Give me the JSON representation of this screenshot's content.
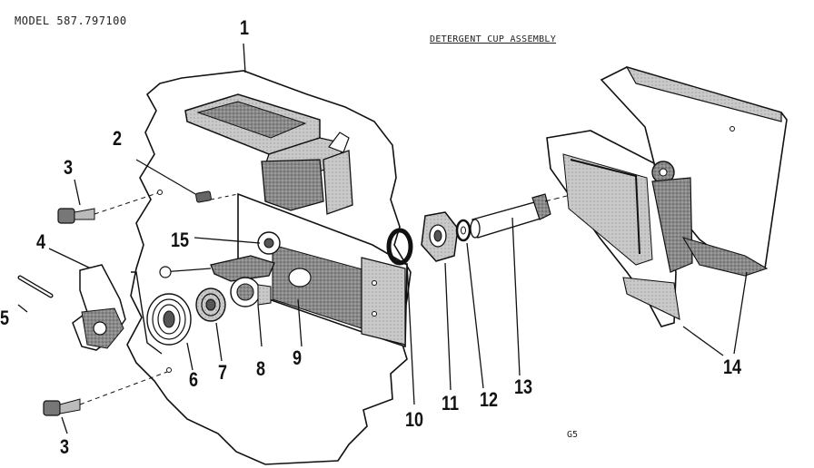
{
  "header": {
    "model_label": "MODEL 587.797100",
    "assembly_title": "DETERGENT CUP ASSEMBLY"
  },
  "footer": {
    "page_code": "G5"
  },
  "callouts": [
    "1",
    "2",
    "3",
    "4",
    "5",
    "15",
    "6",
    "7",
    "8",
    "9",
    "10",
    "11",
    "12",
    "13",
    "14",
    "3"
  ],
  "colors": {
    "ink": "#111111",
    "shade": "#7a7a7a",
    "paper": "#ffffff"
  }
}
